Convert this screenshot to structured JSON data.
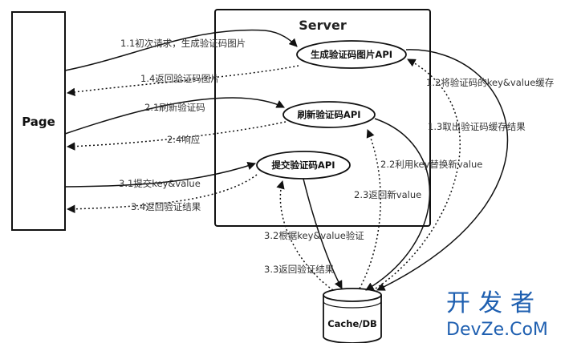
{
  "diagram": {
    "page_label": "Page",
    "server_label": "Server",
    "db_label": "Cache/DB",
    "apis": {
      "generate": "生成验证码图片API",
      "refresh": "刷新验证码API",
      "submit": "提交验证码API"
    },
    "edges": {
      "e11": "1.1初次请求，生成验证码图片",
      "e14": "1.4返回验证码图片",
      "e21": "2.1刷新验证码",
      "e24": "2.4响应",
      "e31": "3.1提交key&value",
      "e34": "3.4返回验证结果",
      "e12": "1.2将验证码的key&value缓存",
      "e13": "1.3取出验证码缓存结果",
      "e22": "2.2利用key替换新value",
      "e23": "2.3返回新value",
      "e32": "3.2根据key&value验证",
      "e33": "3.3返回验证结果"
    }
  },
  "watermark": {
    "cn": "开发者",
    "en": "DevZe.CoM"
  }
}
